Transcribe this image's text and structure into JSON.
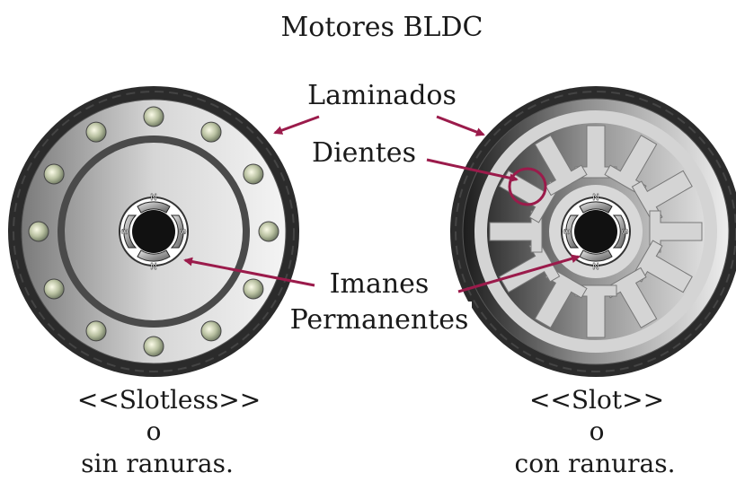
{
  "title": "Motores BLDC",
  "labels": {
    "laminados": "Laminados",
    "dientes": "Dientes",
    "imanes": "Imanes",
    "permanentes": "Permanentes"
  },
  "captions": {
    "left": {
      "line1": "<<Slotless>>",
      "line2": "o",
      "line3": "sin ranuras."
    },
    "right": {
      "line1": "<<Slot>>",
      "line2": "o",
      "line3": "con ranuras."
    }
  },
  "magnet_poles": {
    "north": "N",
    "south": "S"
  },
  "colors": {
    "arrow": "#9b1b4b",
    "outer_ring": "#2b2b2b",
    "tooth_highlight": "#9b1b4b"
  }
}
